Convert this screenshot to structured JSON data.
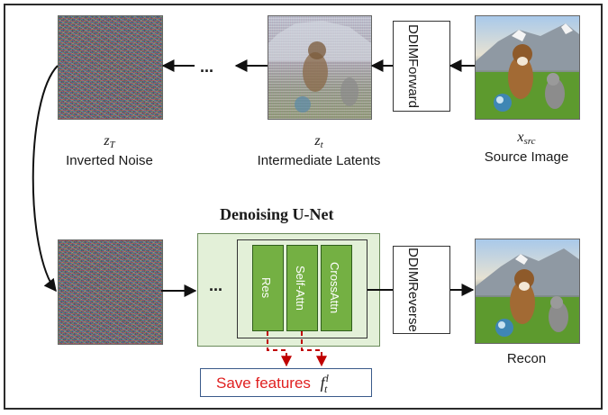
{
  "diagram": {
    "top_row": {
      "inverted_noise": {
        "math": "z",
        "math_sub": "T",
        "label": "Inverted Noise"
      },
      "intermediate": {
        "math": "z",
        "math_sub": "t",
        "label": "Intermediate Latents"
      },
      "source": {
        "math": "x",
        "math_sub": "src",
        "label": "Source Image"
      },
      "ellipsis": "...",
      "ddim_forward": [
        "DDIM",
        "Forward"
      ]
    },
    "bottom_row": {
      "title": "Denoising U-Net",
      "ellipsis": "...",
      "blocks": [
        "Res",
        "Self-Attn",
        "CrossAttn"
      ],
      "ddim_reverse": [
        "DDIM",
        "Reverse"
      ],
      "recon_label": "Recon",
      "save_features": {
        "text": "Save features",
        "math": "f",
        "math_sub": "t",
        "math_sup": "l",
        "color": "#e02020"
      }
    },
    "colors": {
      "unet_fill": "#e3f0d8",
      "block_fill": "#74b043",
      "arrow": "#111111",
      "dashed_arrow": "#c00000"
    }
  }
}
